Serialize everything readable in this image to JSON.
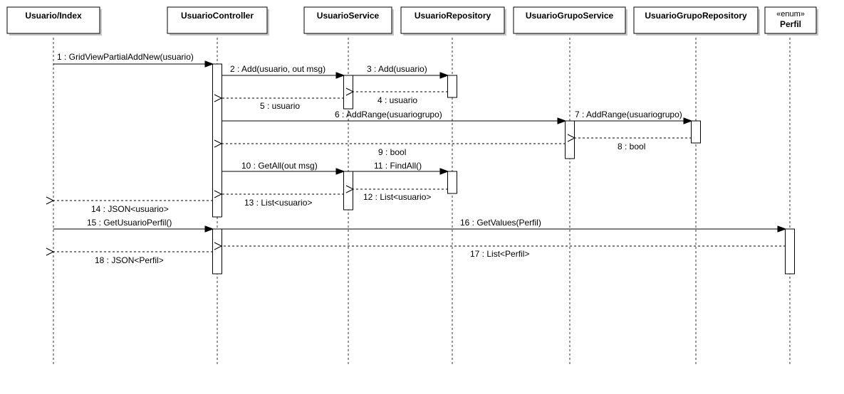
{
  "lifelines": [
    {
      "id": "usuario_index",
      "title": "Usuario/Index",
      "stereotype": ""
    },
    {
      "id": "usuario_controller",
      "title": "UsuarioController",
      "stereotype": ""
    },
    {
      "id": "usuario_service",
      "title": "UsuarioService",
      "stereotype": ""
    },
    {
      "id": "usuario_repository",
      "title": "UsuarioRepository",
      "stereotype": ""
    },
    {
      "id": "usuario_grupo_service",
      "title": "UsuarioGrupoService",
      "stereotype": ""
    },
    {
      "id": "usuario_grupo_repository",
      "title": "UsuarioGrupoRepository",
      "stereotype": ""
    },
    {
      "id": "perfil",
      "title": "Perfil",
      "stereotype": "«enum»"
    }
  ],
  "messages": [
    {
      "label": "1 : GridViewPartialAddNew(usuario)",
      "from": "usuario_index",
      "to": "usuario_controller",
      "kind": "call"
    },
    {
      "label": "2 : Add(usuario, out msg)",
      "from": "usuario_controller",
      "to": "usuario_service",
      "kind": "call"
    },
    {
      "label": "3 : Add(usuario)",
      "from": "usuario_service",
      "to": "usuario_repository",
      "kind": "call"
    },
    {
      "label": "4 : usuario",
      "from": "usuario_repository",
      "to": "usuario_service",
      "kind": "return"
    },
    {
      "label": "5 : usuario",
      "from": "usuario_service",
      "to": "usuario_controller",
      "kind": "return"
    },
    {
      "label": "6 : AddRange(usuariogrupo)",
      "from": "usuario_controller",
      "to": "usuario_grupo_service",
      "kind": "call"
    },
    {
      "label": "7 : AddRange(usuariogrupo)",
      "from": "usuario_grupo_service",
      "to": "usuario_grupo_repository",
      "kind": "call"
    },
    {
      "label": "8 : bool",
      "from": "usuario_grupo_repository",
      "to": "usuario_grupo_service",
      "kind": "return"
    },
    {
      "label": "9 : bool",
      "from": "usuario_grupo_service",
      "to": "usuario_controller",
      "kind": "return"
    },
    {
      "label": "10 : GetAll(out msg)",
      "from": "usuario_controller",
      "to": "usuario_service",
      "kind": "call"
    },
    {
      "label": "11 : FindAll()",
      "from": "usuario_service",
      "to": "usuario_repository",
      "kind": "call"
    },
    {
      "label": "12 : List<usuario>",
      "from": "usuario_repository",
      "to": "usuario_service",
      "kind": "return"
    },
    {
      "label": "13 : List<usuario>",
      "from": "usuario_service",
      "to": "usuario_controller",
      "kind": "return"
    },
    {
      "label": "14 : JSON<usuario>",
      "from": "usuario_controller",
      "to": "usuario_index",
      "kind": "return"
    },
    {
      "label": "15 : GetUsuarioPerfil()",
      "from": "usuario_index",
      "to": "usuario_controller",
      "kind": "call"
    },
    {
      "label": "16 : GetValues(Perfil)",
      "from": "usuario_controller",
      "to": "perfil",
      "kind": "call"
    },
    {
      "label": "17 : List<Perfil>",
      "from": "perfil",
      "to": "usuario_controller",
      "kind": "return"
    },
    {
      "label": "18 : JSON<Perfil>",
      "from": "usuario_controller",
      "to": "usuario_index",
      "kind": "return"
    }
  ]
}
